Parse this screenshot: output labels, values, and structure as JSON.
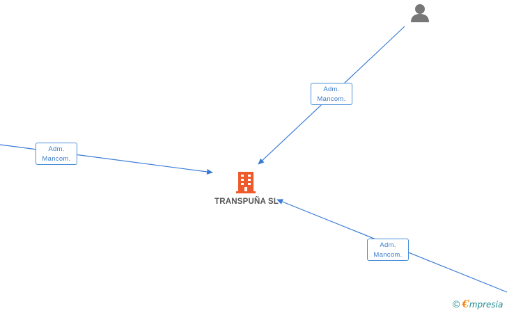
{
  "company": {
    "name": "TRANSPUÑA SL",
    "icon": "building-icon",
    "color": "#ee5a2a"
  },
  "person": {
    "icon": "person-icon",
    "color": "#777777"
  },
  "edges": [
    {
      "id": "edge-person",
      "line1": "Adm.",
      "line2": "Mancom."
    },
    {
      "id": "edge-left",
      "line1": "Adm.",
      "line2": "Mancom."
    },
    {
      "id": "edge-bottom-right",
      "line1": "Adm.",
      "line2": "Mancom."
    }
  ],
  "edge_color": "#3a7bd5",
  "watermark": {
    "copyright": "©",
    "brand_initial": "€",
    "brand_rest": "mpresia"
  }
}
